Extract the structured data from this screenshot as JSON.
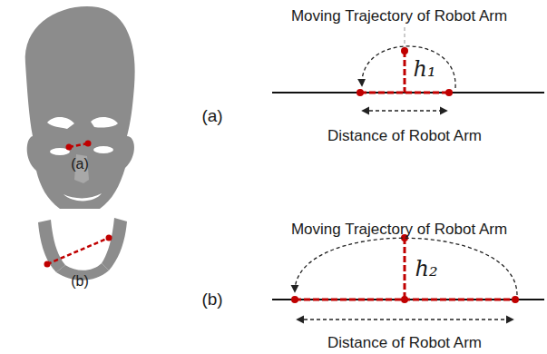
{
  "diagram": {
    "labels": [
      "(a)",
      "(b)",
      "Moving Trajectory of Robot Arm",
      "(a)",
      "h₁",
      "Distance of Robot Arm",
      "Moving Trajectory of Robot Arm",
      "(b)",
      "h₂",
      "Distance of Robot Arm"
    ]
  }
}
